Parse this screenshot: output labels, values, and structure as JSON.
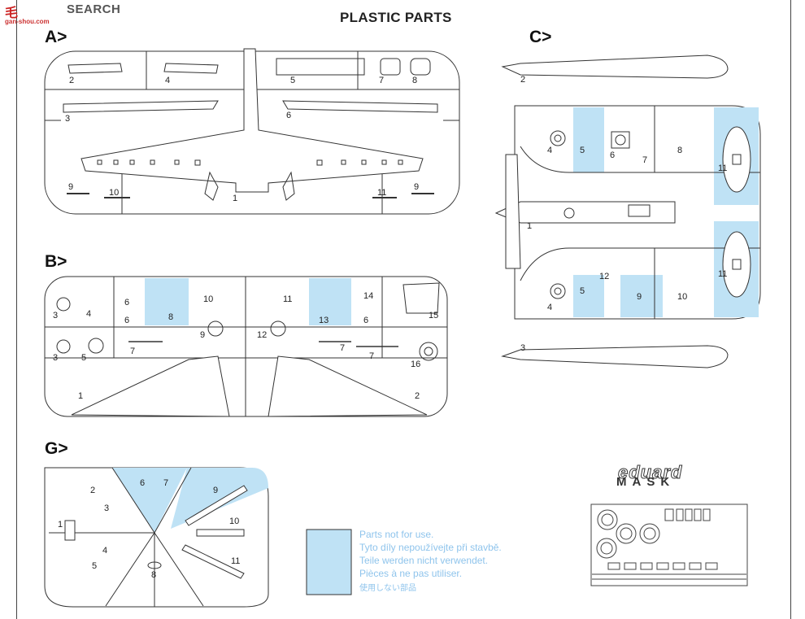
{
  "header": {
    "title": "PLASTIC PARTS",
    "watermark": "SEARCH",
    "watermark_logo": "毛",
    "watermark_url": "gan-shou.com"
  },
  "sections": {
    "a": "A>",
    "b": "B>",
    "c": "C>",
    "g": "G>"
  },
  "labels_a": [
    "2",
    "4",
    "5",
    "7",
    "8",
    "3",
    "6",
    "9",
    "10",
    "1",
    "11",
    "9"
  ],
  "labels_b": [
    "10",
    "11",
    "3",
    "4",
    "6",
    "6",
    "8",
    "13",
    "14",
    "6",
    "15",
    "9",
    "12",
    "3",
    "5",
    "7",
    "7",
    "7",
    "16",
    "1",
    "2"
  ],
  "labels_c": [
    "2",
    "4",
    "5",
    "6",
    "7",
    "8",
    "11",
    "1",
    "12",
    "4",
    "5",
    "9",
    "10",
    "11",
    "3"
  ],
  "labels_g": [
    "6",
    "7",
    "9",
    "2",
    "3",
    "1",
    "10",
    "4",
    "5",
    "11",
    "8"
  ],
  "legend": {
    "lines": [
      "Parts not for use.",
      "Tyto díly nepoužívejte při stavbě.",
      "Teile werden nicht verwendet.",
      "Pièces à ne pas utiliser.",
      "使用しない部品"
    ],
    "swatch_color": "#bfe2f5"
  },
  "brand": {
    "logo": "eduard",
    "product": "MASK"
  },
  "colors": {
    "highlight": "#bfe2f5",
    "line": "#333333"
  }
}
